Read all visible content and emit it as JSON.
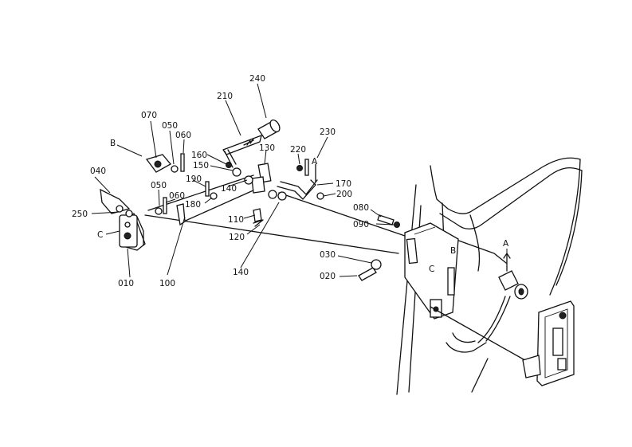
{
  "callouts": {
    "p240": "240",
    "p210": "210",
    "p070": "070",
    "p050a": "050",
    "p060a": "060",
    "pB_left": "B",
    "p160": "160",
    "p150": "150",
    "p130": "130",
    "p220": "220",
    "p230": "230",
    "pA_mid": "A",
    "p040": "040",
    "p190": "190",
    "p140a": "140",
    "p170": "170",
    "p050b": "050",
    "p060b": "060",
    "p180": "180",
    "p200": "200",
    "p250": "250",
    "p110": "110",
    "p080": "080",
    "pC_left": "C",
    "p120": "120",
    "p090": "090",
    "p030": "030",
    "pB_right": "B",
    "pC_right": "C",
    "p020": "020",
    "p010": "010",
    "p100": "100",
    "p140b": "140",
    "pA_right": "A"
  }
}
